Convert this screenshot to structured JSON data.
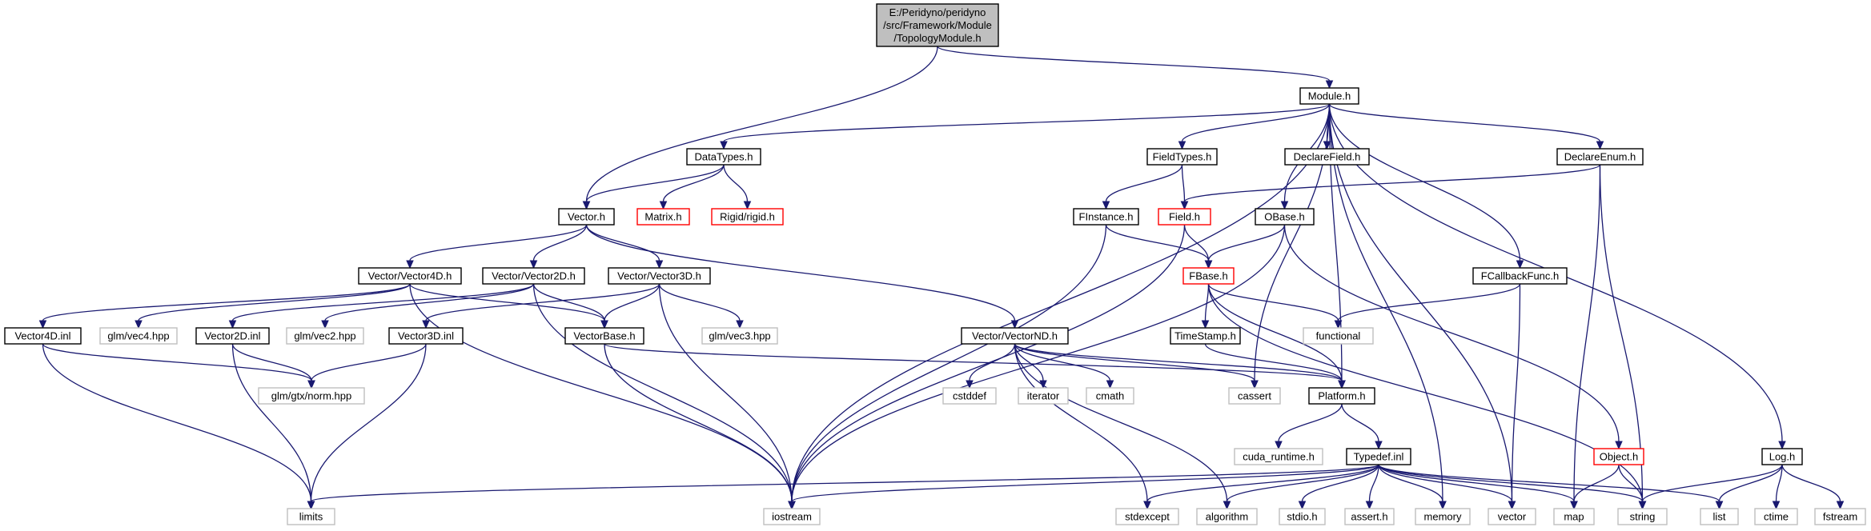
{
  "colors": {
    "edge": "#191970",
    "node_border": "#000000",
    "missing_border": "#bfbfbf",
    "incomplete_border": "#ff0000",
    "root_fill": "#bfbfbf"
  },
  "nodes": [
    {
      "id": "root",
      "kind": "root",
      "lines": [
        "E:/Peridyno/peridyno",
        "/src/Framework/Module",
        "/TopologyModule.h"
      ]
    },
    {
      "id": "module",
      "kind": "normal",
      "lines": [
        "Module.h"
      ]
    },
    {
      "id": "datatypes",
      "kind": "normal",
      "lines": [
        "DataTypes.h"
      ]
    },
    {
      "id": "fieldtypes",
      "kind": "normal",
      "lines": [
        "FieldTypes.h"
      ]
    },
    {
      "id": "declarefield",
      "kind": "normal",
      "lines": [
        "DeclareField.h"
      ]
    },
    {
      "id": "declareenum",
      "kind": "normal",
      "lines": [
        "DeclareEnum.h"
      ]
    },
    {
      "id": "vector",
      "kind": "normal",
      "lines": [
        "Vector.h"
      ]
    },
    {
      "id": "matrix",
      "kind": "redbox",
      "lines": [
        "Matrix.h"
      ]
    },
    {
      "id": "rigid",
      "kind": "redbox",
      "lines": [
        "Rigid/rigid.h"
      ]
    },
    {
      "id": "finstance",
      "kind": "normal",
      "lines": [
        "FInstance.h"
      ]
    },
    {
      "id": "field",
      "kind": "redbox",
      "lines": [
        "Field.h"
      ]
    },
    {
      "id": "obase",
      "kind": "normal",
      "lines": [
        "OBase.h"
      ]
    },
    {
      "id": "log",
      "kind": "normal",
      "lines": [
        "Log.h"
      ]
    },
    {
      "id": "vector4d",
      "kind": "normal",
      "lines": [
        "Vector/Vector4D.h"
      ]
    },
    {
      "id": "vector2d",
      "kind": "normal",
      "lines": [
        "Vector/Vector2D.h"
      ]
    },
    {
      "id": "vector3d",
      "kind": "normal",
      "lines": [
        "Vector/Vector3D.h"
      ]
    },
    {
      "id": "fbase",
      "kind": "redbox",
      "lines": [
        "FBase.h"
      ]
    },
    {
      "id": "fcallback",
      "kind": "normal",
      "lines": [
        "FCallbackFunc.h"
      ]
    },
    {
      "id": "vector4dinl",
      "kind": "normal",
      "lines": [
        "Vector4D.inl"
      ]
    },
    {
      "id": "glmvec4",
      "kind": "missing",
      "lines": [
        "glm/vec4.hpp"
      ]
    },
    {
      "id": "vector2dinl",
      "kind": "normal",
      "lines": [
        "Vector2D.inl"
      ]
    },
    {
      "id": "glmvec2",
      "kind": "missing",
      "lines": [
        "glm/vec2.hpp"
      ]
    },
    {
      "id": "vector3dinl",
      "kind": "normal",
      "lines": [
        "Vector3D.inl"
      ]
    },
    {
      "id": "vectorbase",
      "kind": "normal",
      "lines": [
        "VectorBase.h"
      ]
    },
    {
      "id": "glmvec3",
      "kind": "missing",
      "lines": [
        "glm/vec3.hpp"
      ]
    },
    {
      "id": "vectornd",
      "kind": "normal",
      "lines": [
        "Vector/VectorND.h"
      ]
    },
    {
      "id": "timestamp",
      "kind": "normal",
      "lines": [
        "TimeStamp.h"
      ]
    },
    {
      "id": "functional",
      "kind": "missing",
      "lines": [
        "functional"
      ]
    },
    {
      "id": "glmnorm",
      "kind": "missing",
      "lines": [
        "glm/gtx/norm.hpp"
      ]
    },
    {
      "id": "cstddef",
      "kind": "missing",
      "lines": [
        "cstddef"
      ]
    },
    {
      "id": "iterator",
      "kind": "missing",
      "lines": [
        "iterator"
      ]
    },
    {
      "id": "cmath",
      "kind": "missing",
      "lines": [
        "cmath"
      ]
    },
    {
      "id": "cassert",
      "kind": "missing",
      "lines": [
        "cassert"
      ]
    },
    {
      "id": "platform",
      "kind": "normal",
      "lines": [
        "Platform.h"
      ]
    },
    {
      "id": "cudaruntime",
      "kind": "missing",
      "lines": [
        "cuda_runtime.h"
      ]
    },
    {
      "id": "typedef",
      "kind": "normal",
      "lines": [
        "Typedef.inl"
      ]
    },
    {
      "id": "object",
      "kind": "redbox",
      "lines": [
        "Object.h"
      ]
    },
    {
      "id": "limits",
      "kind": "missing",
      "lines": [
        "limits"
      ]
    },
    {
      "id": "iostream",
      "kind": "missing",
      "lines": [
        "iostream"
      ]
    },
    {
      "id": "stdexcept",
      "kind": "missing",
      "lines": [
        "stdexcept"
      ]
    },
    {
      "id": "algorithm",
      "kind": "missing",
      "lines": [
        "algorithm"
      ]
    },
    {
      "id": "stdioh",
      "kind": "missing",
      "lines": [
        "stdio.h"
      ]
    },
    {
      "id": "asserth",
      "kind": "missing",
      "lines": [
        "assert.h"
      ]
    },
    {
      "id": "memory",
      "kind": "missing",
      "lines": [
        "memory"
      ]
    },
    {
      "id": "vectorstd",
      "kind": "missing",
      "lines": [
        "vector"
      ]
    },
    {
      "id": "map",
      "kind": "missing",
      "lines": [
        "map"
      ]
    },
    {
      "id": "string",
      "kind": "missing",
      "lines": [
        "string"
      ]
    },
    {
      "id": "list",
      "kind": "missing",
      "lines": [
        "list"
      ]
    },
    {
      "id": "ctime",
      "kind": "missing",
      "lines": [
        "ctime"
      ]
    },
    {
      "id": "fstream",
      "kind": "missing",
      "lines": [
        "fstream"
      ]
    }
  ],
  "edges": [
    [
      "root",
      "module"
    ],
    [
      "root",
      "vector"
    ],
    [
      "module",
      "datatypes"
    ],
    [
      "module",
      "fieldtypes"
    ],
    [
      "module",
      "declarefield"
    ],
    [
      "module",
      "declareenum"
    ],
    [
      "module",
      "obase"
    ],
    [
      "module",
      "log"
    ],
    [
      "module",
      "iostream"
    ],
    [
      "module",
      "cassert"
    ],
    [
      "module",
      "platform"
    ],
    [
      "module",
      "memory"
    ],
    [
      "module",
      "vectorstd"
    ],
    [
      "module",
      "fcallback"
    ],
    [
      "datatypes",
      "vector"
    ],
    [
      "datatypes",
      "matrix"
    ],
    [
      "datatypes",
      "rigid"
    ],
    [
      "fieldtypes",
      "finstance"
    ],
    [
      "fieldtypes",
      "field"
    ],
    [
      "declareenum",
      "field"
    ],
    [
      "declareenum",
      "map"
    ],
    [
      "declareenum",
      "string"
    ],
    [
      "vector",
      "vector4d"
    ],
    [
      "vector",
      "vector2d"
    ],
    [
      "vector",
      "vector3d"
    ],
    [
      "vector",
      "vectornd"
    ],
    [
      "finstance",
      "fbase"
    ],
    [
      "finstance",
      "iostream"
    ],
    [
      "field",
      "fbase"
    ],
    [
      "field",
      "iostream"
    ],
    [
      "obase",
      "fbase"
    ],
    [
      "obase",
      "object"
    ],
    [
      "obase",
      "iostream"
    ],
    [
      "vector4d",
      "vector4dinl"
    ],
    [
      "vector4d",
      "glmvec4"
    ],
    [
      "vector4d",
      "vectorbase"
    ],
    [
      "vector4d",
      "iostream"
    ],
    [
      "vector2d",
      "vector2dinl"
    ],
    [
      "vector2d",
      "glmvec2"
    ],
    [
      "vector2d",
      "vectorbase"
    ],
    [
      "vector2d",
      "iostream"
    ],
    [
      "vector3d",
      "vector3dinl"
    ],
    [
      "vector3d",
      "vectorbase"
    ],
    [
      "vector3d",
      "glmvec3"
    ],
    [
      "vector3d",
      "iostream"
    ],
    [
      "fbase",
      "timestamp"
    ],
    [
      "fbase",
      "functional"
    ],
    [
      "fbase",
      "platform"
    ],
    [
      "fbase",
      "string"
    ],
    [
      "fcallback",
      "functional"
    ],
    [
      "fcallback",
      "vectorstd"
    ],
    [
      "vector4dinl",
      "glmnorm"
    ],
    [
      "vector4dinl",
      "limits"
    ],
    [
      "vector2dinl",
      "glmnorm"
    ],
    [
      "vector2dinl",
      "limits"
    ],
    [
      "vector3dinl",
      "glmnorm"
    ],
    [
      "vector3dinl",
      "limits"
    ],
    [
      "vectorbase",
      "platform"
    ],
    [
      "vectorbase",
      "iostream"
    ],
    [
      "vectornd",
      "cstddef"
    ],
    [
      "vectornd",
      "iterator"
    ],
    [
      "vectornd",
      "cmath"
    ],
    [
      "vectornd",
      "cassert"
    ],
    [
      "vectornd",
      "platform"
    ],
    [
      "vectornd",
      "stdexcept"
    ],
    [
      "vectornd",
      "algorithm"
    ],
    [
      "timestamp",
      "platform"
    ],
    [
      "platform",
      "cudaruntime"
    ],
    [
      "platform",
      "typedef"
    ],
    [
      "typedef",
      "limits"
    ],
    [
      "typedef",
      "iostream"
    ],
    [
      "typedef",
      "stdexcept"
    ],
    [
      "typedef",
      "algorithm"
    ],
    [
      "typedef",
      "stdioh"
    ],
    [
      "typedef",
      "asserth"
    ],
    [
      "typedef",
      "memory"
    ],
    [
      "typedef",
      "vectorstd"
    ],
    [
      "typedef",
      "map"
    ],
    [
      "typedef",
      "string"
    ],
    [
      "typedef",
      "list"
    ],
    [
      "object",
      "map"
    ],
    [
      "object",
      "string"
    ],
    [
      "log",
      "string"
    ],
    [
      "log",
      "list"
    ],
    [
      "log",
      "ctime"
    ],
    [
      "log",
      "fstream"
    ]
  ]
}
